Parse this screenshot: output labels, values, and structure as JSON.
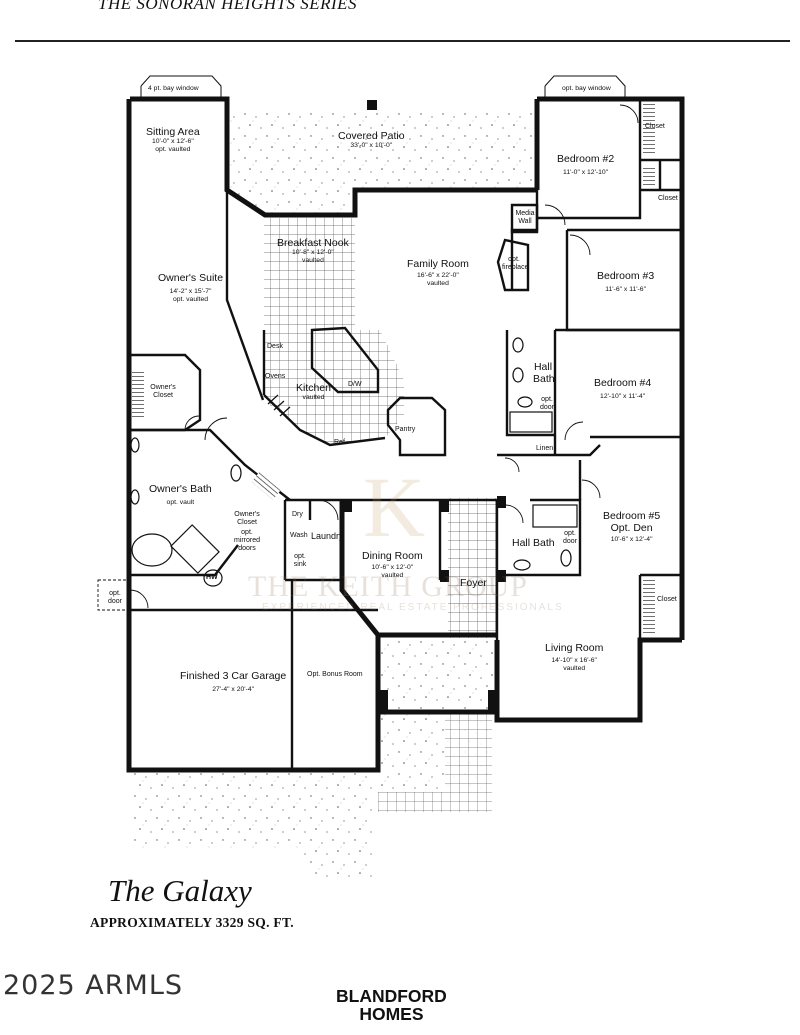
{
  "header": {
    "series_title": "THE SONORAN HEIGHTS SERIES"
  },
  "plan_title": "The Galaxy",
  "plan_area": "APPROXIMATELY 3329 SQ. FT.",
  "watermark": {
    "name": "THE KEITH GROUP",
    "tagline": "EXPERIENCED REAL ESTATE PROFESSIONALS"
  },
  "copyright": "2025 ARMLS",
  "builder": {
    "line1": "BLANDFORD",
    "line2": "HOMES"
  },
  "rooms": {
    "sitting_area": {
      "name": "Sitting Area",
      "dims": "10'-0\" x 12'-6\"",
      "note": "opt. vaulted"
    },
    "covered_patio": {
      "name": "Covered Patio",
      "dims": "33'-0\" x 10'-0\""
    },
    "bedroom2": {
      "name": "Bedroom #2",
      "dims": "11'-0\" x 12'-10\""
    },
    "breakfast_nook": {
      "name": "Breakfast Nook",
      "dims": "10'-8\" x 12'-0\"",
      "note": "vaulted"
    },
    "family_room": {
      "name": "Family Room",
      "dims": "16'-6\" x 22'-0\"",
      "note": "vaulted"
    },
    "bedroom3": {
      "name": "Bedroom #3",
      "dims": "11'-6\" x 11'-6\""
    },
    "owners_suite": {
      "name": "Owner's Suite",
      "dims": "14'-2\" x 15'-7\"",
      "note": "opt. vaulted"
    },
    "kitchen": {
      "name": "Kitchen",
      "note": "vaulted"
    },
    "hall_bath1": {
      "name": "Hall Bath"
    },
    "bedroom4": {
      "name": "Bedroom #4",
      "dims": "12'-10\" x 11'-4\""
    },
    "owners_closet": {
      "name": "Owner's Closet"
    },
    "owners_bath": {
      "name": "Owner's Bath",
      "note": "opt. vault"
    },
    "owners_closet2": {
      "name": "Owner's Closet",
      "note": "opt. mirrored doors"
    },
    "laundry": {
      "name": "Laundry"
    },
    "dining_room": {
      "name": "Dining Room",
      "dims": "10'-6\" x 12'-0\"",
      "note": "vaulted"
    },
    "foyer": {
      "name": "Foyer"
    },
    "hall_bath2": {
      "name": "Hall Bath"
    },
    "bedroom5": {
      "name": "Bedroom #5",
      "sub": "Opt. Den",
      "dims": "10'-6\" x 12'-4\""
    },
    "living_room": {
      "name": "Living Room",
      "dims": "14'-10\" x 16'-6\"",
      "note": "vaulted"
    },
    "garage": {
      "name": "Finished 3 Car Garage",
      "dims": "27'-4\" x 20'-4\""
    },
    "bonus_room": {
      "name": "Opt. Bonus Room"
    }
  },
  "fixtures": {
    "bay_window_left": "4 pt. bay window",
    "bay_window_right": "opt. bay window",
    "closet_b2a": "Closet",
    "closet_b2b": "Closet",
    "closet_b5": "Closet",
    "media_wall": "Media Wall",
    "fireplace": "opt. fireplace",
    "desk": "Desk",
    "ovens": "Ovens",
    "dishwasher": "D/W",
    "ref": "Ref",
    "pantry": "Pantry",
    "linen": "Linen",
    "opt_door_b4": "opt. door",
    "opt_door_b5": "opt. door",
    "dryer": "Dry",
    "washer": "Wash",
    "opt_sink": "opt. sink",
    "water_heater": "HW",
    "opt_door_garage": "opt. door"
  }
}
